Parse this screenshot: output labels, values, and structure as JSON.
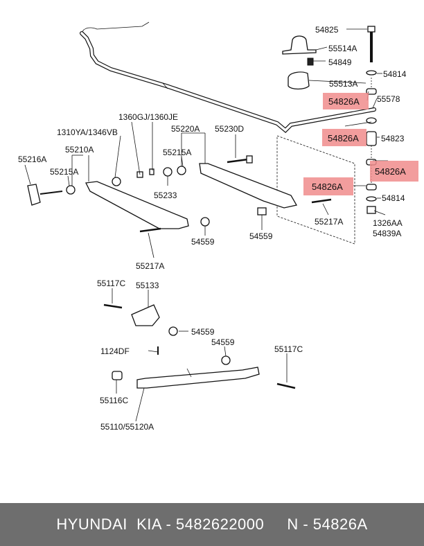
{
  "labels": {
    "l54825": "54825",
    "l55514A": "55514A",
    "l54849": "54849",
    "l54814a": "54814",
    "l55513A": "55513A",
    "l55578": "55578",
    "l54823": "54823",
    "l54814b": "54814",
    "l1326AA": "1326AA",
    "l54839A": "54839A",
    "l1360": "1360GJ/1360JE",
    "l1310": "1310YA/1346VB",
    "l55220A": "55220A",
    "l55230D": "55230D",
    "l55215Ar": "55215A",
    "l55210A": "55210A",
    "l55216A": "55216A",
    "l55215Al": "55215A",
    "l55233": "55233",
    "l54559a": "54559",
    "l55217Aa": "55217A",
    "l54559b": "54559",
    "l55217Ab": "55217A",
    "l55117Ca": "55117C",
    "l55133": "55133",
    "l54559c": "54559",
    "l1124DF": "1124DF",
    "l54559d": "54559",
    "l55117Cb": "55117C",
    "l55116C": "55116C",
    "l55110": "55110/55120A"
  },
  "highlights": {
    "h1": "54826A",
    "h2": "54826A",
    "h3": "54826A",
    "h4": "54826A"
  },
  "colors": {
    "highlight": "#f08c8c",
    "footer_bg": "#6e6e6e",
    "footer_text": "#ffffff"
  },
  "footer": {
    "text": "HYUNDAI  KIA - 5482622000     N - 54826A"
  }
}
